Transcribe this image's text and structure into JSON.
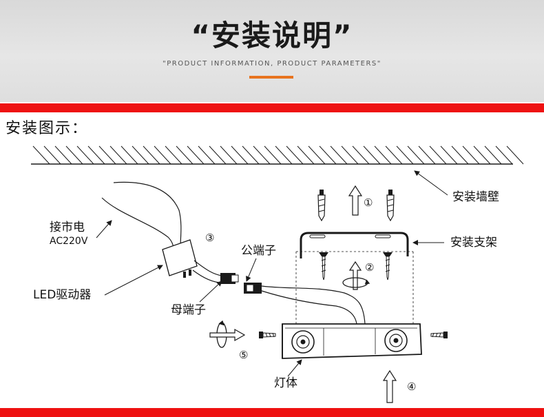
{
  "header": {
    "title": "“安装说明”",
    "subtitle": "\"PRODUCT INFORMATION, PRODUCT PARAMETERS\""
  },
  "section": {
    "title": "安装图示："
  },
  "labels": {
    "wall": "安装墙壁",
    "bracket": "安装支架",
    "mains": "接市电",
    "mains_voltage": "AC220V",
    "driver": "LED驱动器",
    "male_connector": "公端子",
    "female_connector": "母端子",
    "lamp_body": "灯体"
  },
  "steps": [
    "①",
    "②",
    "③",
    "④",
    "⑤"
  ],
  "colors": {
    "accent": "#e8731f",
    "red_bar": "#ee1111",
    "line": "#1a1a1a"
  },
  "icons": [
    "screw-icon",
    "arrow-up-icon",
    "rotate-icon",
    "arrow-right-icon"
  ]
}
